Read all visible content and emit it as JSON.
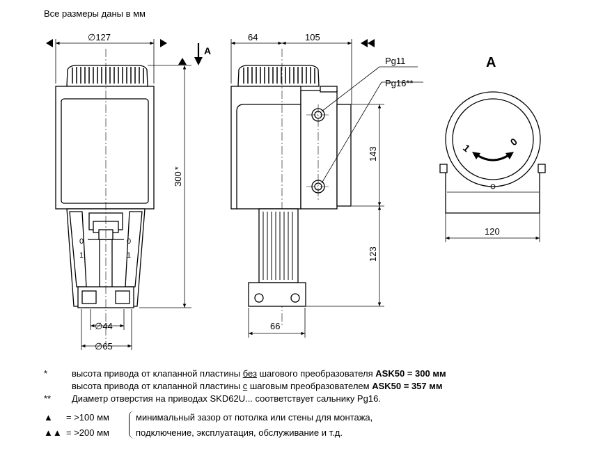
{
  "header": {
    "title": "Все размеры даны в мм"
  },
  "front_view": {
    "diam_top": "∅127",
    "height": "300",
    "height_mark": "*",
    "diam_44": "∅44",
    "diam_65": "∅65",
    "scale_0": "0",
    "scale_1": "1",
    "view_arrow": "A"
  },
  "side_view": {
    "dim_left": "64",
    "dim_right": "105",
    "pg11": "Pg11",
    "pg16": "Pg16**",
    "dim_143": "143",
    "dim_123": "123",
    "dim_66": "66"
  },
  "view_a": {
    "label": "A",
    "dial_0": "0",
    "dial_1": "1",
    "width": "120"
  },
  "notes": [
    {
      "mark": "*",
      "pre": "высота привода от клапанной пластины ",
      "u": "без",
      "post": " шагового преобразователя ",
      "bold": "ASK50 = 300 мм"
    },
    {
      "mark": "",
      "pre": "высота привода от клапанной пластины ",
      "u": "с",
      "post": " шаговым преобразователем ",
      "bold": "ASK50 = 357 мм"
    },
    {
      "mark": "**",
      "pre": "Диаметр отверстия на приводах SKD62U... соответствует сальнику Pg16.",
      "u": "",
      "post": "",
      "bold": ""
    }
  ],
  "legend": [
    {
      "symbol": "▲",
      "eq": "= >100 мм",
      "text": "минимальный зазор от потолка или стены для монтажа,"
    },
    {
      "symbol": "▲▲",
      "eq": "= >200 мм",
      "text": "подключение, эксплуатация, обслуживание и т.д."
    }
  ],
  "colors": {
    "line": "#000000",
    "body_fill": "#ffffff",
    "cap_fill": "#ffffff"
  }
}
